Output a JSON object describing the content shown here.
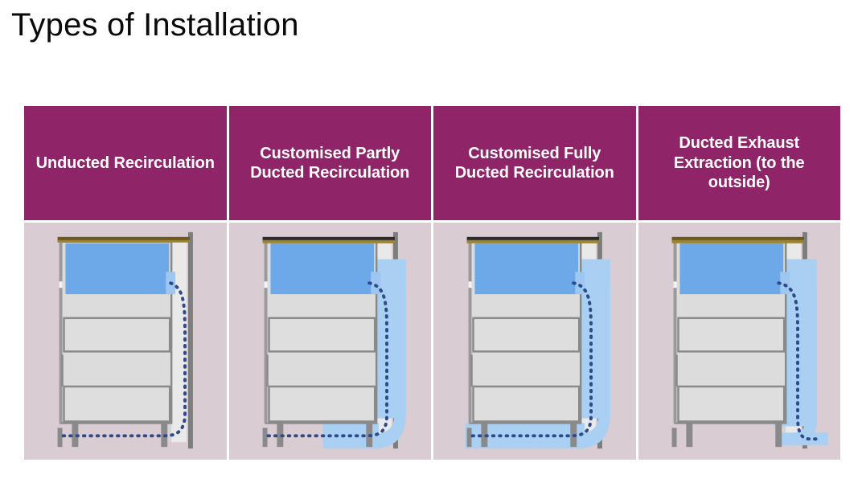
{
  "slide": {
    "title": "Types of Installation",
    "background_color": "#ffffff"
  },
  "table": {
    "header_bg": "#8f2468",
    "header_text_color": "#ffffff",
    "cell_bg": "#d9ccd3",
    "gap_color": "#ffffff",
    "columns": [
      {
        "id": "unducted-recirculation",
        "header": "Unducted Recirculation",
        "diagram": {
          "name": "unducted-recirculation-diagram",
          "duct": "none",
          "airflow_path": "sash-down-right-then-along-floor-back-to-base",
          "exhaust_to_outside": false
        }
      },
      {
        "id": "customised-partly-ducted-recirculation",
        "header": "Customised Partly Ducted Recirculation",
        "diagram": {
          "name": "customised-partly-ducted-recirculation-diagram",
          "duct": "partial",
          "airflow_path": "sash-down-right-duct-then-partial-floor-duct-back-to-base",
          "exhaust_to_outside": false
        }
      },
      {
        "id": "customised-fully-ducted-recirculation",
        "header": "Customised Fully Ducted Recirculation",
        "diagram": {
          "name": "customised-fully-ducted-recirculation-diagram",
          "duct": "full",
          "airflow_path": "sash-down-right-duct-then-full-floor-duct-back-to-base",
          "exhaust_to_outside": false
        }
      },
      {
        "id": "ducted-exhaust-extraction",
        "header": "Ducted Exhaust Extraction (to the outside)",
        "diagram": {
          "name": "ducted-exhaust-extraction-diagram",
          "duct": "exhaust",
          "airflow_path": "sash-down-right-duct-then-through-wall-to-outside",
          "exhaust_to_outside": true
        }
      }
    ]
  },
  "diagram_colors": {
    "cabinet_body": "#dcdcdc",
    "cabinet_outline": "#8a8a8a",
    "sash_blue": "#6da8e8",
    "worktop_brown": "#6b5a1a",
    "worktop_edge": "#9c8430",
    "wall_grey": "#7d7d7d",
    "leg_grey": "#8a8a8a",
    "duct_light_blue": "#a9d0f2",
    "airflow_dot": "#2e4a8c",
    "panel_fill": "#dedede",
    "riser_fill": "#e8e8e8"
  }
}
